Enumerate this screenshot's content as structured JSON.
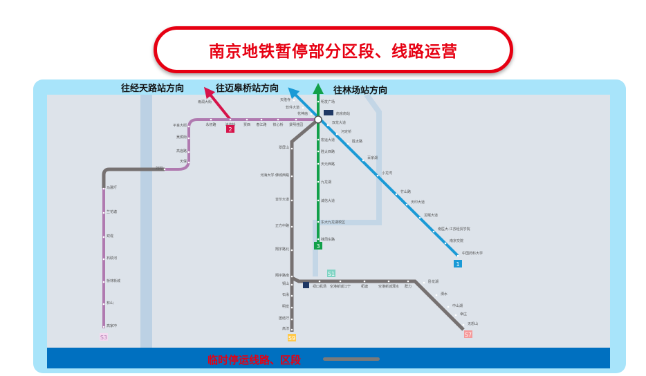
{
  "title": "南京地铁暂停部分区段、线路运营",
  "directions": {
    "jingtianlu": "往经天路站方向",
    "maigaoqiao": "往迈皋桥站方向",
    "linchang": "往林场站方向"
  },
  "legend": {
    "suspended": "临时停运线路、区段"
  },
  "colors": {
    "line1": "#1a9ad6",
    "line3": "#12a04a",
    "s3": "#b07ab0",
    "suspended": "#767171",
    "line2": "#d6134a",
    "title": "#e60012",
    "band": "#0070c0"
  },
  "badges": {
    "line1": "1",
    "line2": "2",
    "line3": "3",
    "s1": "S1",
    "s3": "S3",
    "s7": "S7",
    "s9": "S9"
  },
  "hub": "南京南站",
  "line2_station": "雨润大街",
  "line1": [
    "天隆寺",
    "软件大道",
    "花神庙",
    "双龙大道",
    "河定桥",
    "胜太路",
    "百家湖",
    "小龙湾",
    "竹山路",
    "天印大道",
    "龙眠大道",
    "南医大·江苏经贸学院",
    "南京交院",
    "中国药科大学"
  ],
  "line3": [
    "明发广场",
    "宏运大道",
    "胜太西路",
    "天元西路",
    "九龙湖",
    "诚信大道",
    "东大九龙湖校区",
    "秣周东路"
  ],
  "s3_east": [
    "景明佳园",
    "铁心桥",
    "春江路",
    "贾西",
    "油坊桥",
    "永初路"
  ],
  "s3_north": [
    "平良大街",
    "吴侯街",
    "高庙路",
    "天保",
    "刘村"
  ],
  "s3_south": [
    "马骡圩",
    "兰花塘",
    "双垅",
    "石碛河",
    "桥林新城",
    "林山",
    "高家冲"
  ],
  "s1": [
    "翠屏山",
    "河海大学·佛城西路",
    "吉印大道",
    "正方中路",
    "翔宇路北",
    "翔宇路南"
  ],
  "s1_airport": [
    "禄口机场",
    "空港新城江宁",
    "柘塘",
    "空港新城溧水",
    "群力"
  ],
  "s7": [
    "卧龙湖",
    "溧水",
    "中山湖",
    "幸庄",
    "无想山"
  ],
  "s9": [
    "铜山",
    "石湫",
    "明觉",
    "团结圩",
    "高淳"
  ]
}
